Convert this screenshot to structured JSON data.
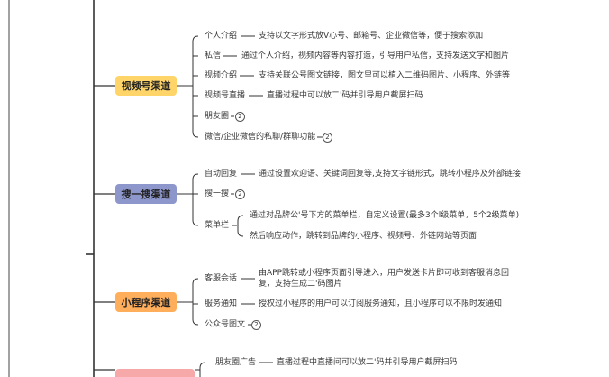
{
  "top_cut_text": "…………………………",
  "channels": [
    {
      "title": "视频号渠道",
      "color": "#FFD569",
      "items": [
        {
          "label": "个人介绍",
          "desc": "支持以文字形式放V心号、邮箱号、企业微信等，便于搜索添加"
        },
        {
          "label": "私信",
          "desc": "通过个人介绍，视频内容等内容打造，引导用户私信，支持发送文字和图片"
        },
        {
          "label": "视频介绍",
          "desc": "支持关联公号图文链接，图文里可以植入二维码图片、小程序、外链等"
        },
        {
          "label": "视频号直播",
          "desc": "直播过程中可以放二'码并引导用户截屏扫码"
        },
        {
          "label": "朋友圈",
          "badge": "2"
        },
        {
          "label": "微信/企业微信的私聊/群聊功能",
          "badge": "2"
        }
      ]
    },
    {
      "title": "搜一搜渠道",
      "color": "#8E97CC",
      "items": [
        {
          "label": "自动回复",
          "desc": "通过设置欢迎语、关键词回复等,支持文字链形式，跳转小程序及外部链接"
        },
        {
          "label": "搜一搜",
          "badge": "2"
        },
        {
          "label": "菜单栏",
          "descs": [
            "通过对品牌公'号下方的菜单栏，自定义设置(最多3个l级菜单，5个2级菜单)",
            "然后响应动作，跳转到品牌的小程序、视频号、外链网站等页面"
          ]
        }
      ]
    },
    {
      "title": "小程序渠道",
      "color": "#FFAE5C",
      "items": [
        {
          "label": "客服会话",
          "desc": "由APP跳转或小程序页面引导进入，用户发送卡片即可收到客服消息回复，支持生成二'码图片"
        },
        {
          "label": "服务通知",
          "desc": "授权过小程序的用户可以订阅服务通知，且小程序可以不限时发通知"
        },
        {
          "label": "公众号图文",
          "badge": "2"
        }
      ]
    },
    {
      "title": "",
      "color": "#F7A8A8",
      "items": [
        {
          "label": "朋友圈广告",
          "desc": "直播过程中直播间可以放二'码并引导用户截屏扫码"
        }
      ]
    }
  ]
}
